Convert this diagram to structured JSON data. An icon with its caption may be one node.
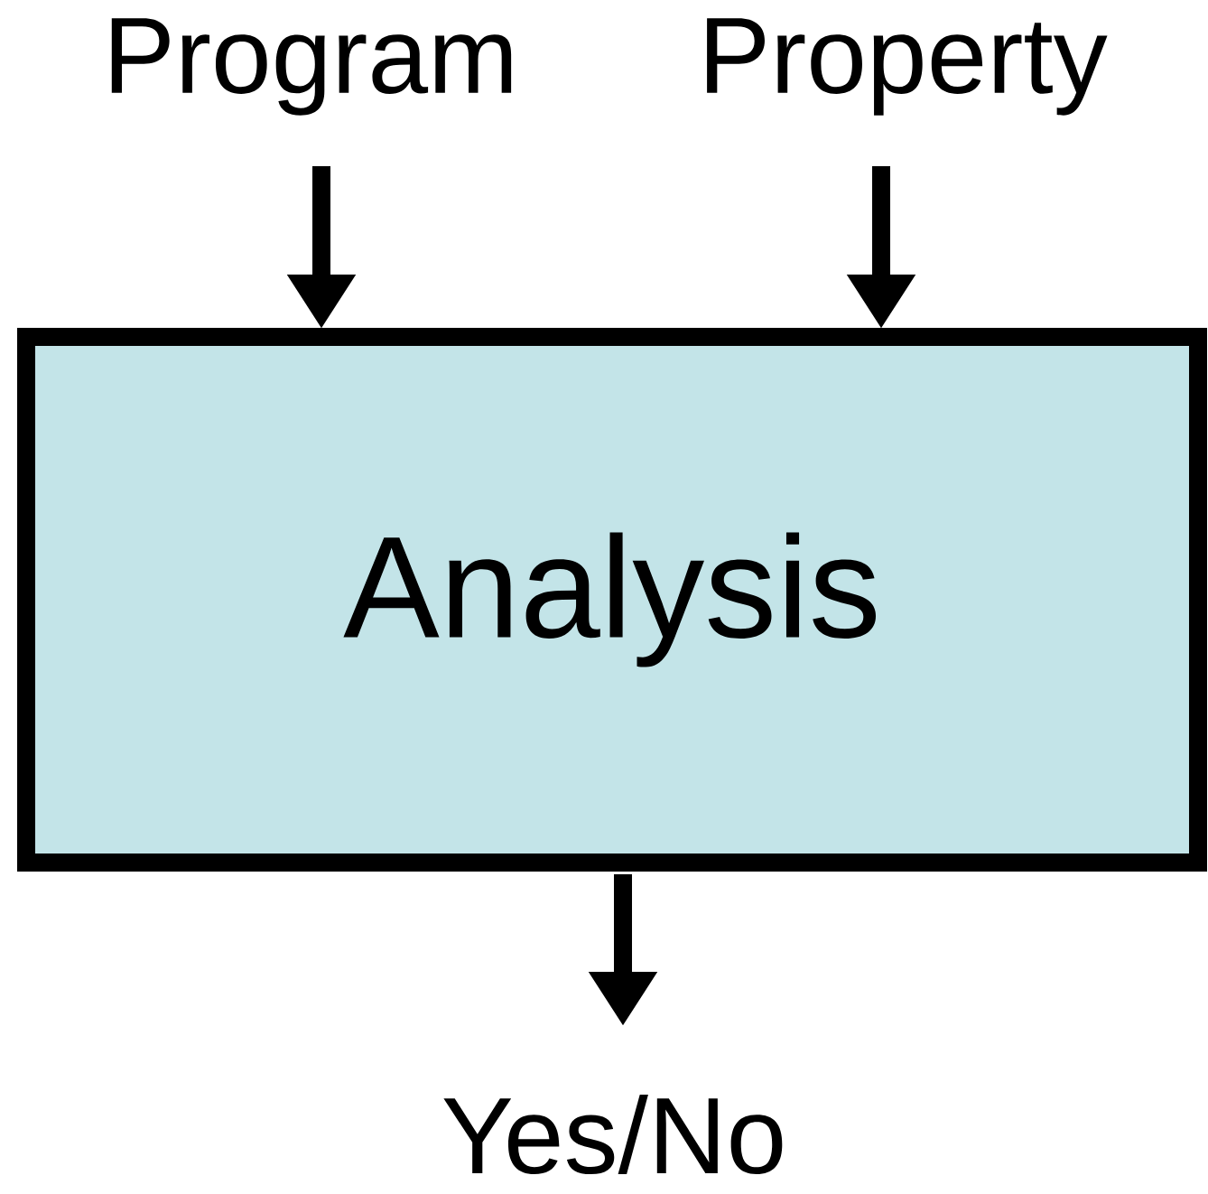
{
  "diagram": {
    "nodes": [
      {
        "text": [
          "Program"
        ]
      },
      {
        "text": [
          "Property"
        ]
      },
      {
        "text": [
          "Analysis"
        ]
      },
      {
        "text": [
          "Yes/No"
        ]
      }
    ],
    "edges": [
      {
        "from": 0,
        "to": 2,
        "arrow": "to"
      },
      {
        "from": 1,
        "to": 2,
        "arrow": "to"
      },
      {
        "from": 2,
        "to": 3,
        "arrow": "to"
      }
    ]
  }
}
